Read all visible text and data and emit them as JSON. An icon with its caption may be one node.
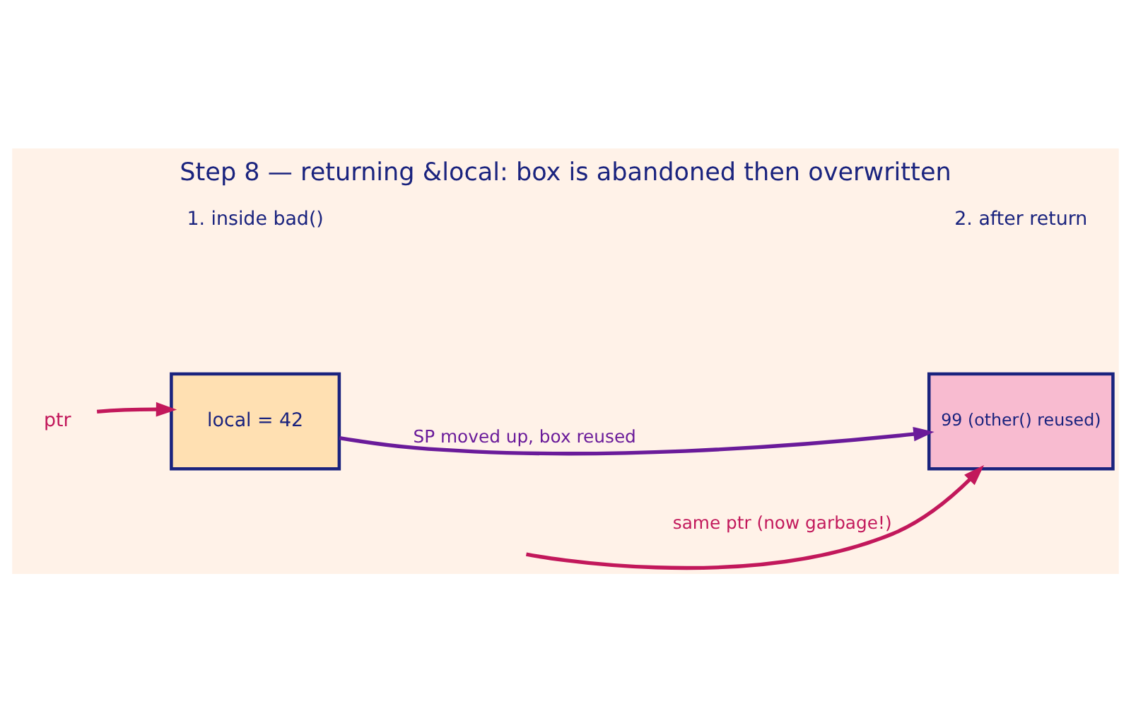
{
  "diagram": {
    "title": "Step 8 — returning &local: box is abandoned then overwritten",
    "nodes": [
      {
        "text": [
          "ptr"
        ]
      },
      {
        "text": [
          "local = 42"
        ]
      },
      {
        "text": [
          "99 (other() reused)"
        ]
      }
    ],
    "edges": [
      {
        "from": 0,
        "to": 1,
        "arrow": "to",
        "color": "#c2185b"
      },
      {
        "from": 1,
        "to": 2,
        "arrow": "to",
        "label": "SP moved up, box reused",
        "color": "#6a1b9a"
      },
      {
        "from": null,
        "to": 2,
        "arrow": "to",
        "label": "same ptr (now garbage!)",
        "color": "#c2185b"
      }
    ],
    "labels": [
      "1. inside bad()",
      "2. after return"
    ]
  }
}
